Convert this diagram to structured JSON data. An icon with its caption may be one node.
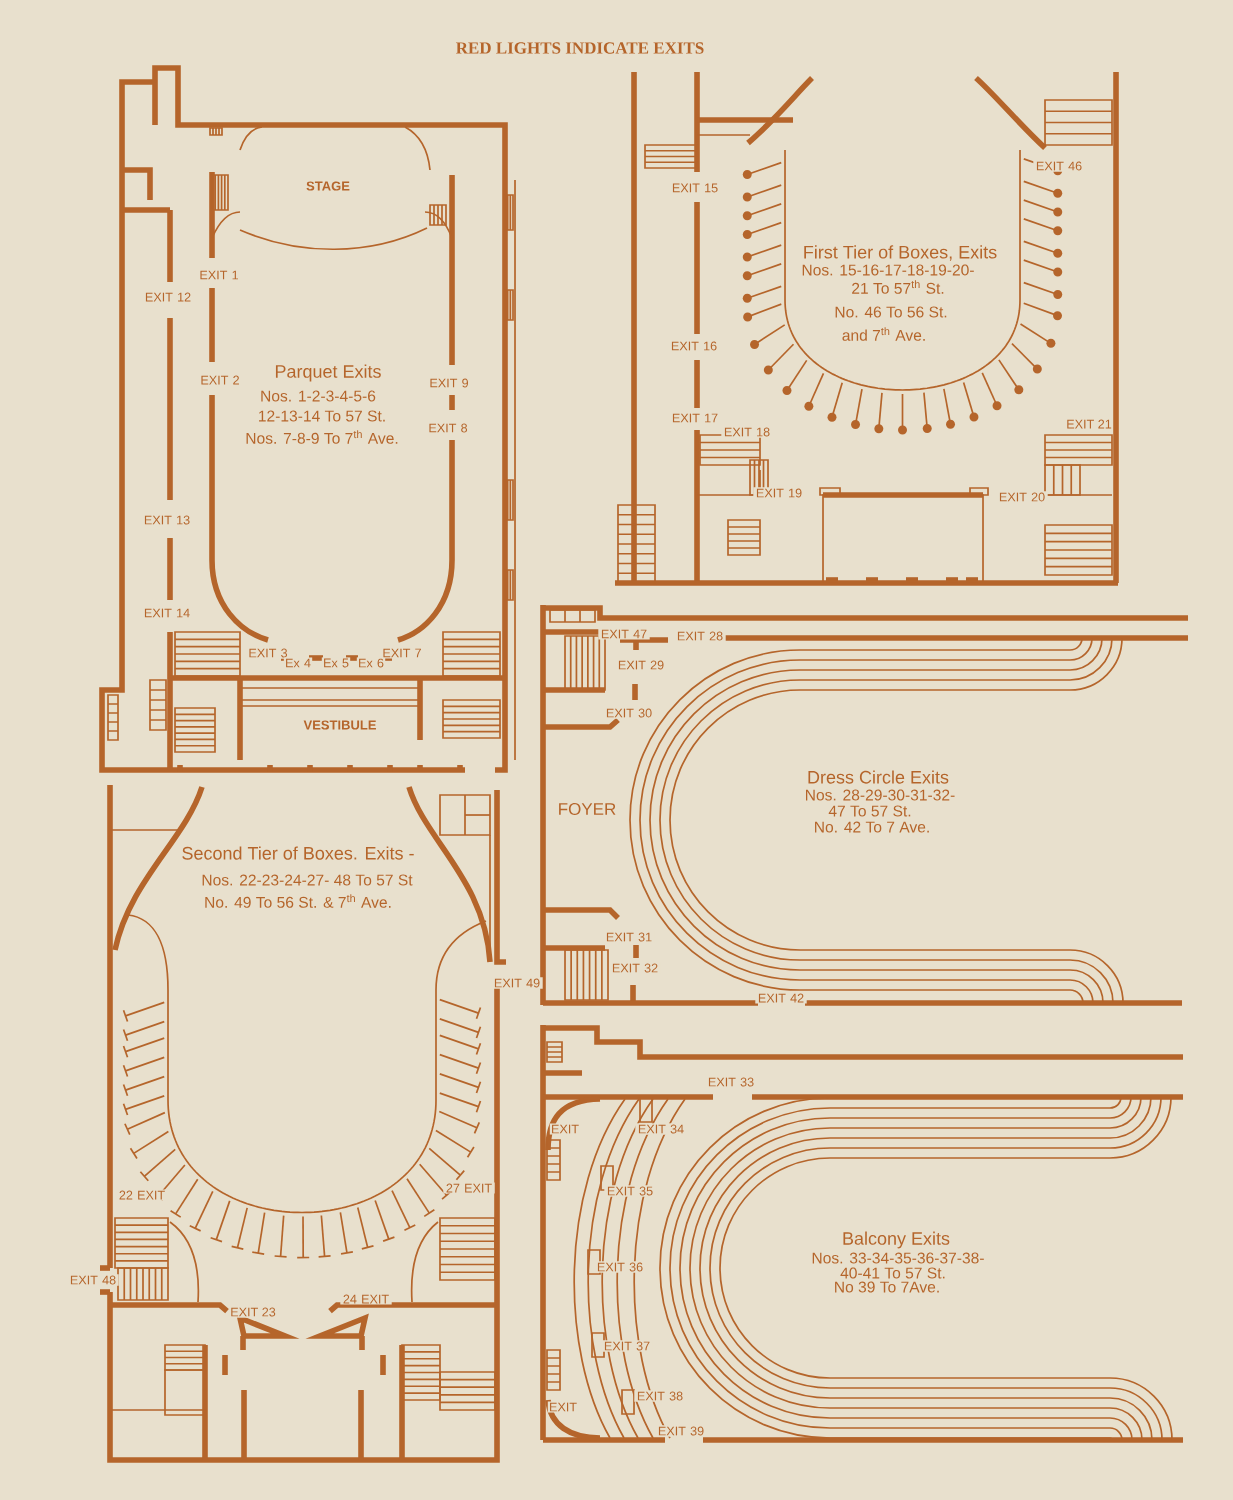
{
  "diagram": {
    "title": "RED LIGHTS INDICATE EXITS",
    "labels": [
      "STAGE",
      "EXIT 1",
      "EXIT 12",
      "EXIT 2",
      "Parquet Exits",
      "Nos. 1-2-3-4-5-6",
      "12-13-14 To 57 St.",
      "Nos. 7-8-9 To 7$^{th}$ Ave.",
      "EXIT 9",
      "EXIT 8",
      "EXIT 13",
      "EXIT 14",
      "EXIT 3",
      "Ex 4",
      "Ex 5",
      "Ex 6",
      "EXIT 7",
      "VESTIBULE",
      "EXIT 15",
      "EXIT 46",
      "First Tier of Boxes, Exits",
      "Nos. 15-16-17-18-19-20-",
      "21 To 57$^{th}$ St.",
      "No. 46 To 56 St.",
      "and 7$^{th}$ Ave.",
      "EXIT 16",
      "EXIT 17",
      "EXIT 18",
      "EXIT 19",
      "EXIT 21",
      "EXIT 20",
      "EXIT 47",
      "EXIT 28",
      "EXIT 29",
      "EXIT 30",
      "Dress Circle Exits",
      "Nos. 28-29-30-31-32-",
      "47 To 57 St.",
      "No. 42 To 7 Ave.",
      "FOYER",
      "EXIT 31",
      "EXIT 32",
      "EXIT 42",
      "Second Tier of Boxes. Exits -",
      "Nos. 22-23-24-27- 48 To 57 St",
      "No. 49 To 56 St. & 7$^{th}$ Ave.",
      "EXIT 49",
      "27 EXIT",
      "22 EXIT",
      "EXIT 48",
      "EXIT 23",
      "24 EXIT",
      "EXIT 33",
      "EXIT",
      "EXIT 34",
      "EXIT 35",
      "Balcony Exits",
      "Nos. 33-34-35-36-37-38-",
      "40-41 To 57 St.",
      "No 39 To 7Ave.",
      "EXIT 36",
      "EXIT 37",
      "EXIT 38",
      "EXIT",
      "EXIT 39"
    ]
  }
}
